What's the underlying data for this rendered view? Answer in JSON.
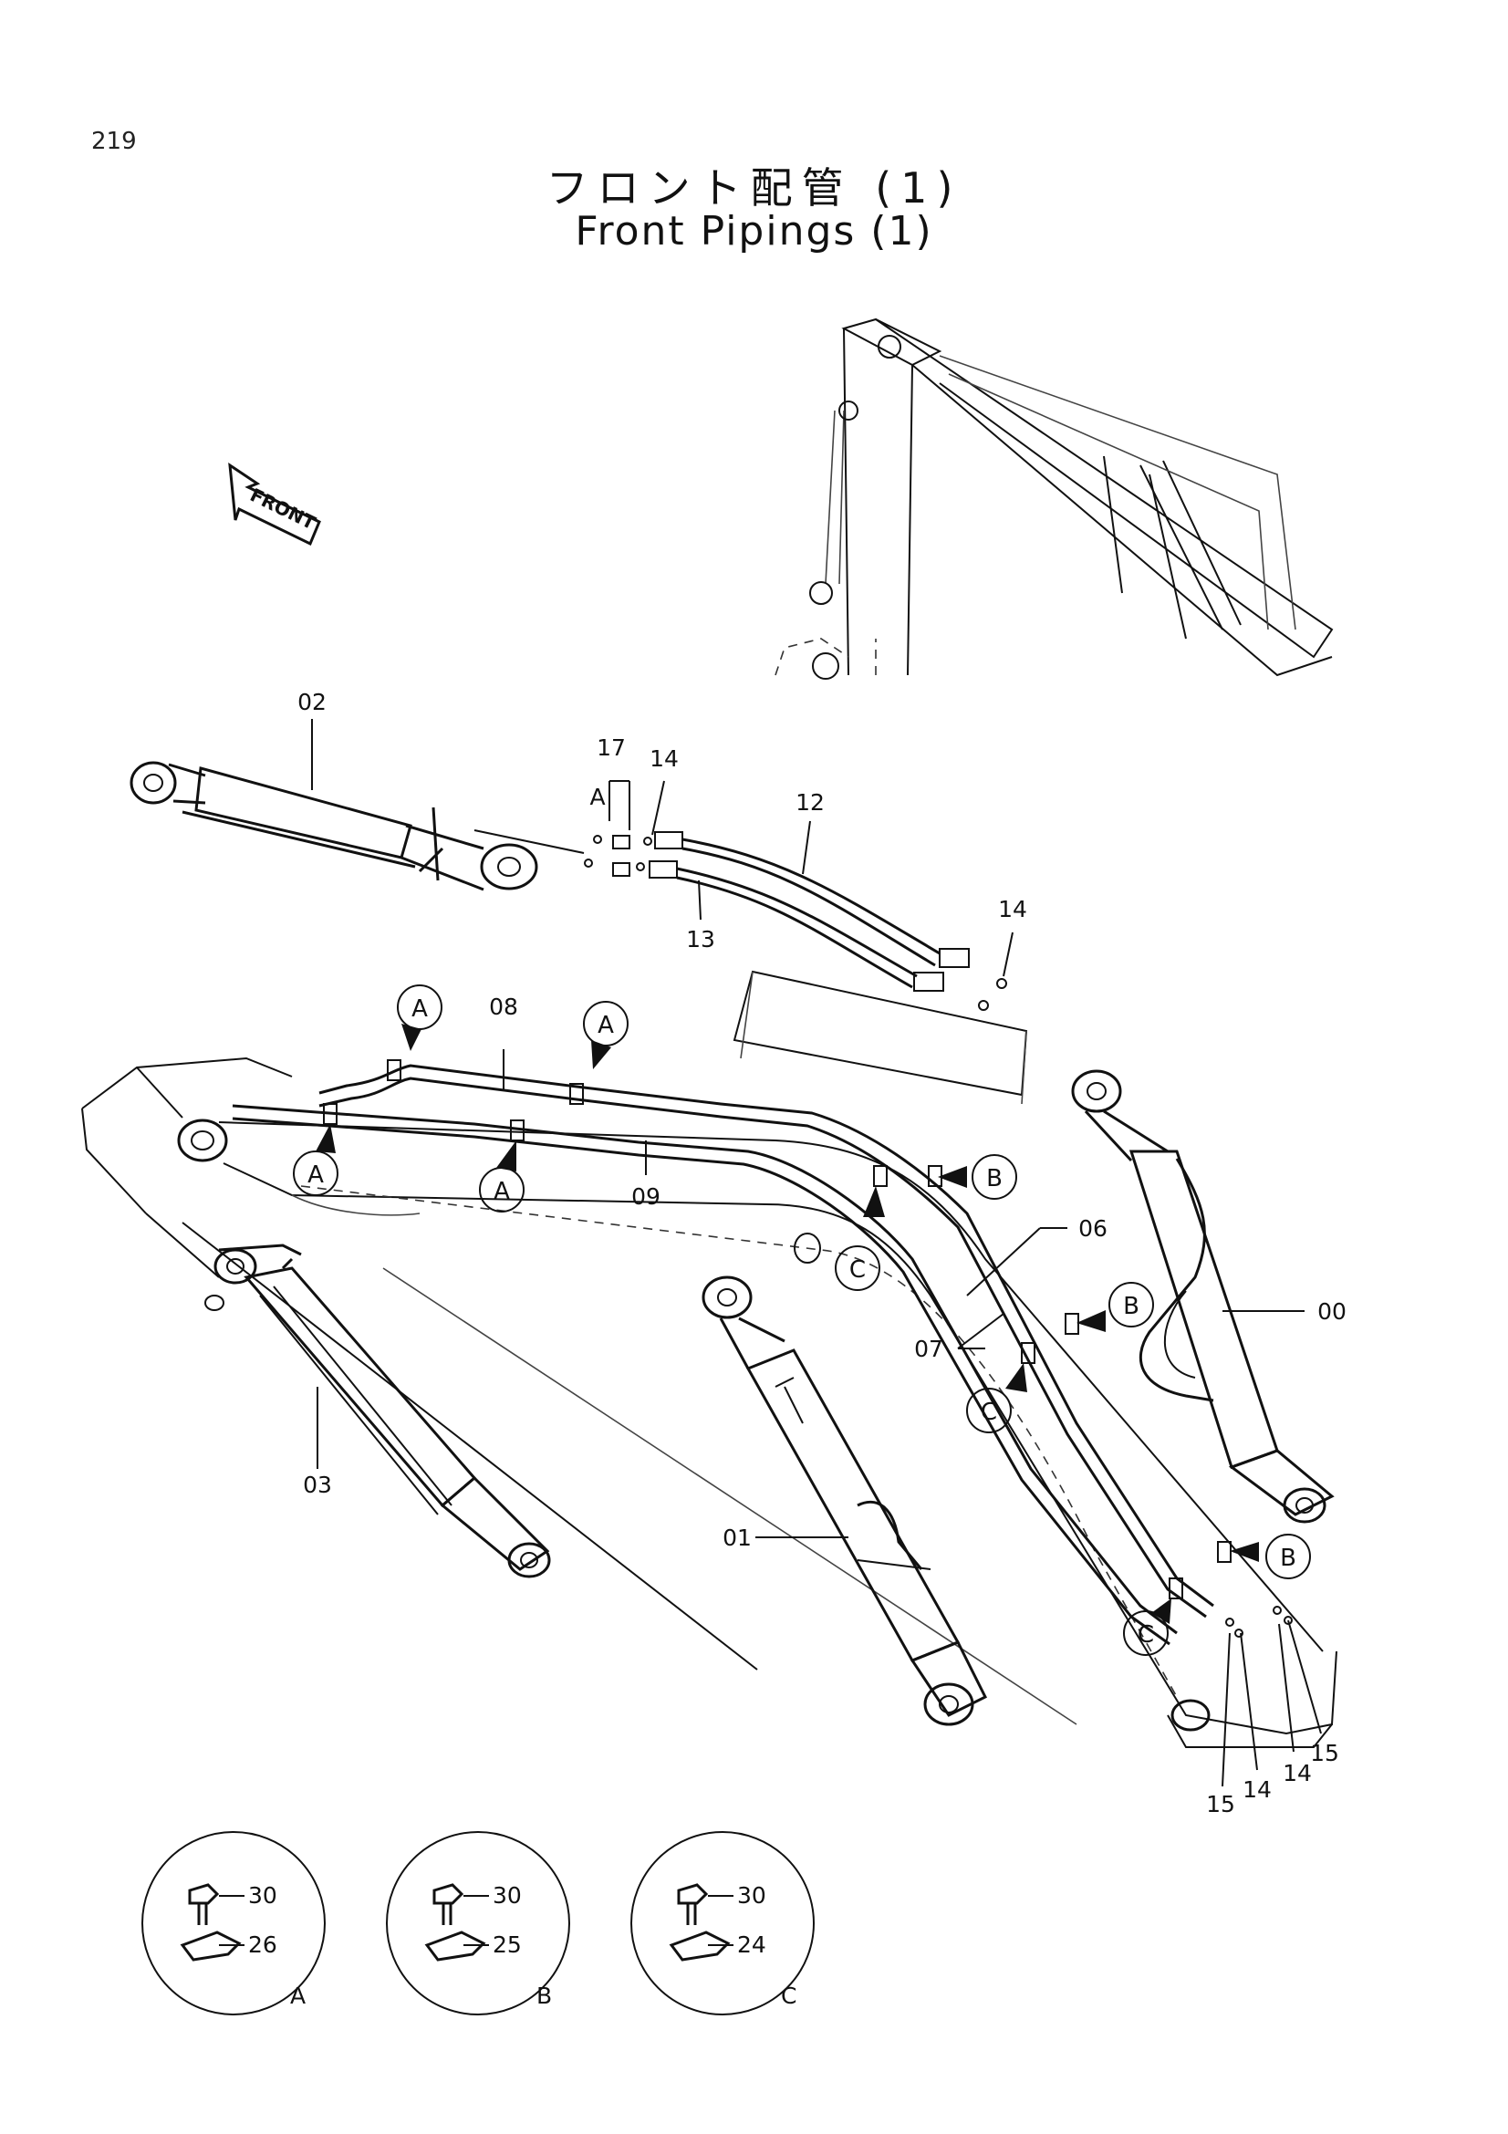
{
  "page": {
    "number": "219",
    "title_jp": "フロント配管 (1)",
    "title_en": "Front Pipings (1)",
    "front_arrow": "FRONT"
  },
  "part_labels": {
    "p00": "00",
    "p01": "01",
    "p02": "02",
    "p03": "03",
    "p06": "06",
    "p07": "07",
    "p08": "08",
    "p09": "09",
    "p12": "12",
    "p13": "13",
    "p14a": "14",
    "p14b": "14",
    "p14c": "14",
    "p14d": "14",
    "p15a": "15",
    "p15b": "15",
    "p17": "17",
    "fittingA": "A"
  },
  "clamp_callouts": {
    "a1": "A",
    "a2": "A",
    "a3": "A",
    "a4": "A",
    "b1": "B",
    "b2": "B",
    "b3": "B",
    "c1": "C",
    "c2": "C",
    "c3": "C"
  },
  "details": [
    {
      "letter": "A",
      "bolt": "30",
      "clamp": "26"
    },
    {
      "letter": "B",
      "bolt": "30",
      "clamp": "25"
    },
    {
      "letter": "C",
      "bolt": "30",
      "clamp": "24"
    }
  ]
}
